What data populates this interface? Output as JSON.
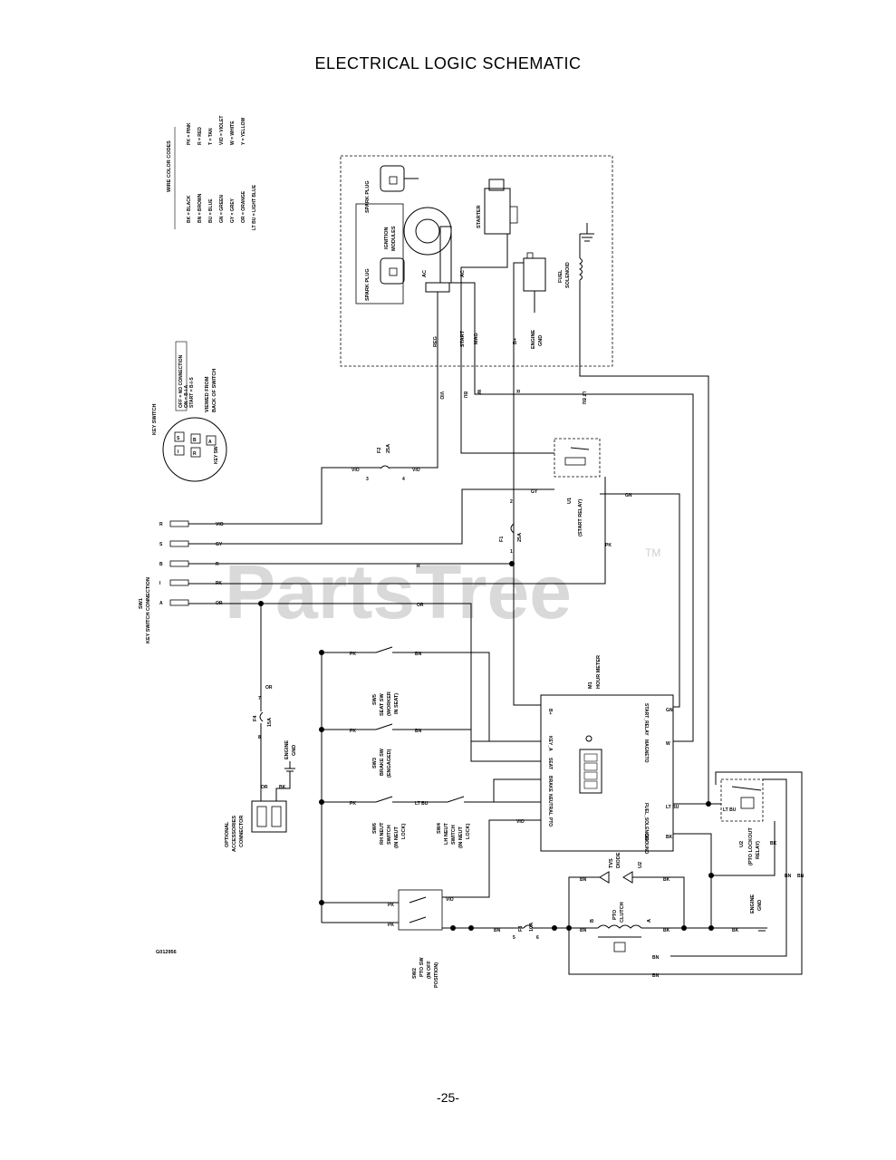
{
  "page": {
    "title": "ELECTRICAL LOGIC SCHEMATIC",
    "page_number": "-25-"
  },
  "watermark": {
    "text": "PartsTree",
    "trademark": "TM"
  },
  "drawing_number": "G012956",
  "wire_color_codes": {
    "title": "WIRE COLOR CODES",
    "left": [
      "BK = BLACK",
      "BN = BROWN",
      "BU = BLUE",
      "GN = GREEN",
      "GY = GREY",
      "OR = ORANGE",
      "LT BU = LIGHT BLUE"
    ],
    "right": [
      "PK = PINK",
      "R = RED",
      "T = TAN",
      "VIO = VIOLET",
      "W = WHITE",
      "Y = YELLOW"
    ]
  },
  "key_switch": {
    "title": "KEY SWITCH",
    "logic": [
      "OFF = NO CONNECTION",
      "ON = B-I-A",
      "START = B-I-S"
    ],
    "view_note": [
      "VIEWED FROM",
      "BACK OF SWITCH"
    ],
    "terminals": [
      "S",
      "I",
      "B",
      "R",
      "A"
    ],
    "marking": "KEY SW"
  },
  "key_switch_connection": {
    "title": [
      "SW1",
      "KEY SWITCH CONNECTION"
    ],
    "rows": [
      {
        "terminal": "R",
        "wire": "VIO"
      },
      {
        "terminal": "S",
        "wire": "GY"
      },
      {
        "terminal": "B",
        "wire": "R"
      },
      {
        "terminal": "I",
        "wire": "PK"
      },
      {
        "terminal": "A",
        "wire": "OR"
      }
    ]
  },
  "engine": {
    "spark_plug_1": "SPARK PLUG",
    "spark_plug_2": "SPARK PLUG",
    "ignition_modules": [
      "IGNITION",
      "MODULES"
    ],
    "ac_1": "AC",
    "ac_2": "AC",
    "starter": "STARTER",
    "fuel_solenoid": [
      "FUEL",
      "SOLENOID"
    ],
    "engine_gnd": [
      "ENGINE",
      "GND"
    ],
    "terminals": [
      "REG",
      "START",
      "MAG",
      "B+"
    ]
  },
  "wire_labels": {
    "vio": "VIO",
    "bu": "BU",
    "w": "W",
    "r": "R",
    "ltbu": "LT BU",
    "gy": "GY",
    "gn": "GN",
    "pk": "PK",
    "or": "OR",
    "bn": "BN",
    "bk": "BK"
  },
  "fuses": {
    "f1": {
      "name": "F1",
      "rating": "25A",
      "pins": [
        "1",
        "2"
      ]
    },
    "f2": {
      "name": "F2",
      "rating": "25A",
      "pins": [
        "3",
        "4"
      ]
    },
    "f3": {
      "name": "F3",
      "rating": "10A",
      "pins": [
        "5",
        "6"
      ]
    },
    "f4": {
      "name": "F4",
      "rating": "15A",
      "pins": [
        "7",
        "8"
      ]
    }
  },
  "start_relay": {
    "name": "U1",
    "label": "(START RELAY)"
  },
  "pto_lockout_relay": {
    "name": "U2",
    "label": [
      "(PTO LOCKOUT",
      "RELAY)"
    ]
  },
  "hour_meter": {
    "name": [
      "M1",
      "HOUR METER"
    ],
    "pins_left": [
      "B+",
      "KEY_A",
      "SEAT",
      "BRAKE",
      "NEUTRAL",
      "PTO"
    ],
    "pins_right": [
      "START_RELAY",
      "MAGNETO",
      "FUEL_SOLENOID",
      "GROUND"
    ]
  },
  "switches": {
    "sw5": [
      "SW5",
      "SEAT SW",
      "(WORKER",
      "IN SEAT)"
    ],
    "sw3": [
      "SW3",
      "BRAKE SW",
      "(ENGAGED)"
    ],
    "sw6": [
      "SW6",
      "RH NEUT",
      "SWITCH",
      "(IN NEUT",
      "LOCK)"
    ],
    "sw4": [
      "SW4",
      "LH NEUT",
      "SWITCH",
      "(IN NEUT",
      "LOCK)"
    ],
    "sw2": [
      "SW2",
      "PTO SW",
      "(IN OFF",
      "POSITION)"
    ]
  },
  "pto": {
    "clutch": [
      "PTO",
      "CLUTCH"
    ],
    "diode": [
      "TVS",
      "DIODE"
    ],
    "u2": "U2",
    "terminal_a": "A",
    "terminal_b": "B"
  },
  "accessories": [
    "OPTIONAL",
    "ACCESSORIES",
    "CONNECTOR"
  ],
  "ground_labels": {
    "engine_gnd_acc": [
      "ENGINE",
      "GND"
    ],
    "engine_gnd_pto": [
      "ENGINE",
      "GND"
    ]
  }
}
